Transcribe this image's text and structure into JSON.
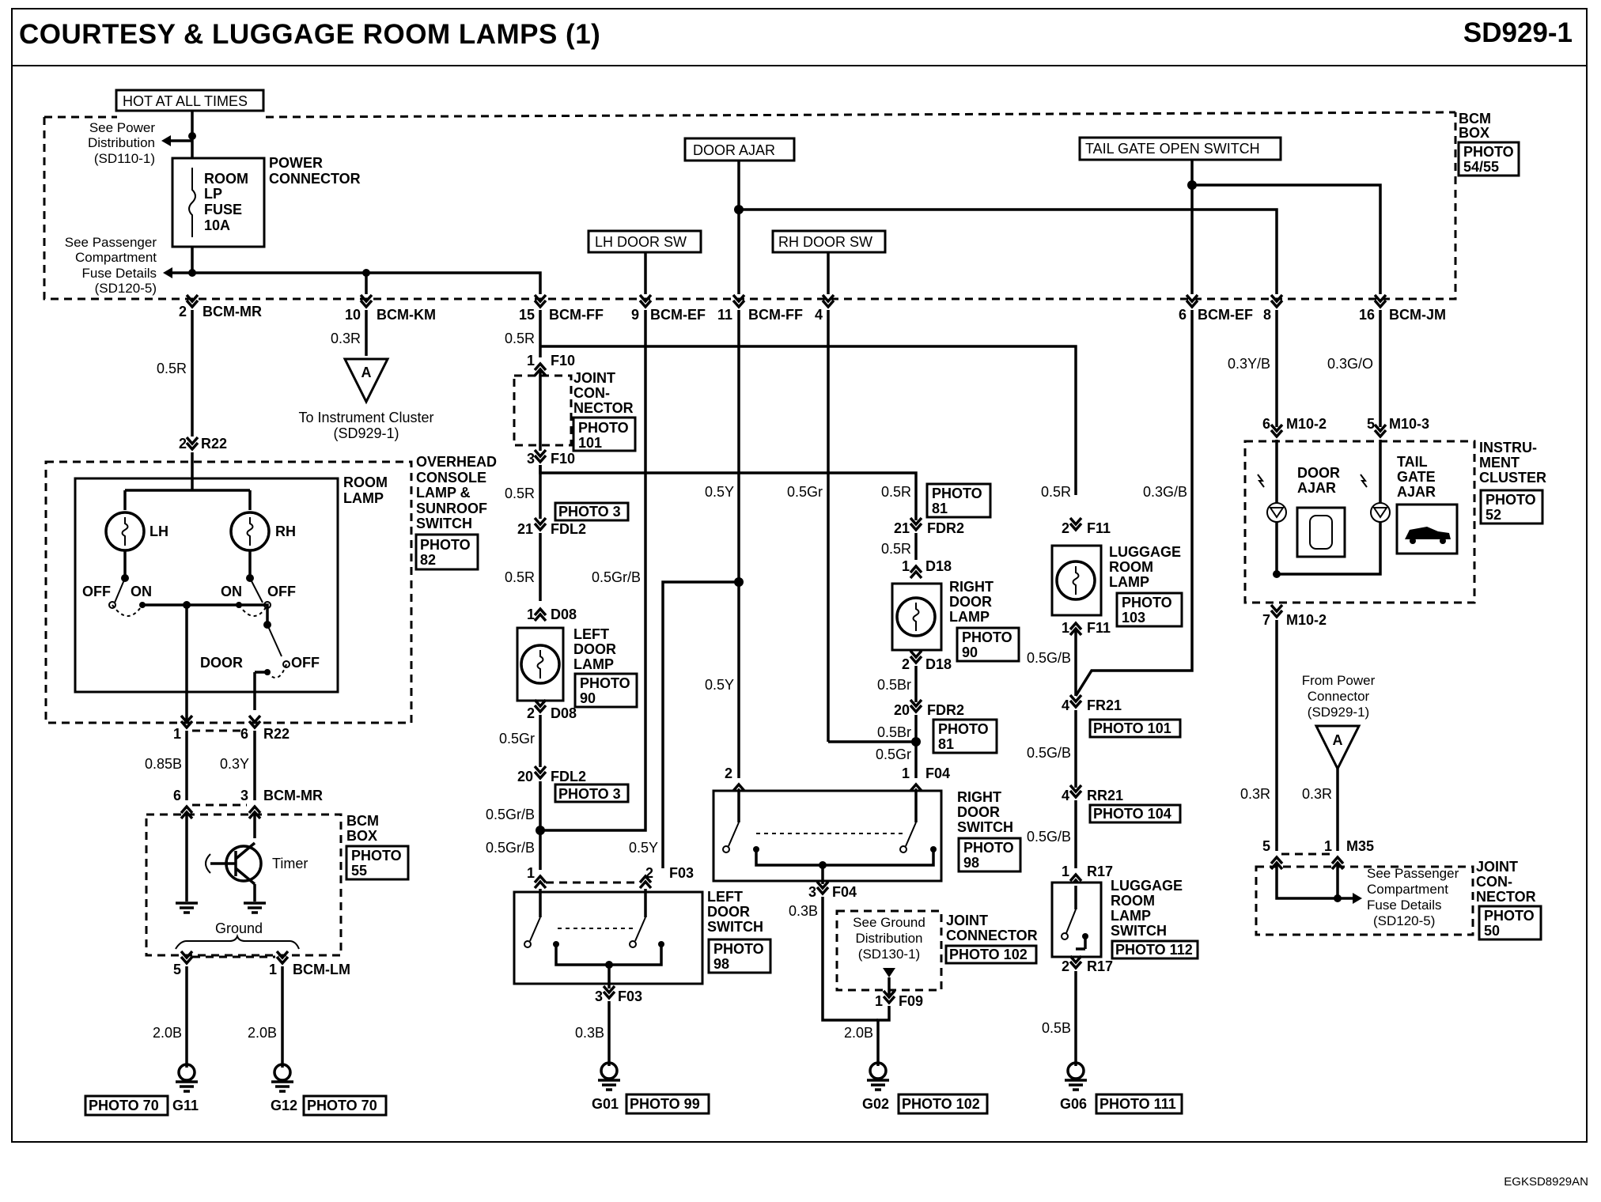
{
  "header": {
    "title": "COURTESY & LUGGAGE ROOM LAMPS (1)",
    "code": "SD929-1"
  },
  "footer": {
    "code": "EGKSD8929AN"
  },
  "sources": {
    "hot_at_all_times": "HOT AT ALL TIMES",
    "door_ajar": "DOOR AJAR",
    "tail_gate_open_switch": "TAIL GATE OPEN SWITCH",
    "lh_door_sw": "LH DOOR SW",
    "rh_door_sw": "RH DOOR SW"
  },
  "bcm_top": {
    "see_power_1": "See Power",
    "see_power_2": "Distribution",
    "see_power_3": "(SD110-1)",
    "see_pass_1": "See Passenger",
    "see_pass_2": "Compartment",
    "see_pass_3": "Fuse Details",
    "see_pass_4": "(SD120-5)",
    "fuse_1": "ROOM",
    "fuse_2": "LP",
    "fuse_3": "FUSE",
    "fuse_4": "10A",
    "power_connector_1": "POWER",
    "power_connector_2": "CONNECTOR",
    "bcm_box_1": "BCM",
    "bcm_box_2": "BOX",
    "bcm_photo_1": "PHOTO",
    "bcm_photo_2": "54/55"
  },
  "pins_top": {
    "p2": "2",
    "bcm_mr": "BCM-MR",
    "p10": "10",
    "bcm_km": "BCM-KM",
    "p15": "15",
    "bcm_ff1": "BCM-FF",
    "p9": "9",
    "bcm_ef1": "BCM-EF",
    "p11": "11",
    "bcm_ff2": "BCM-FF",
    "p4": "4",
    "p6": "6",
    "bcm_ef2": "BCM-EF",
    "p8": "8",
    "p16": "16",
    "bcm_jm": "BCM-JM"
  },
  "wires": {
    "w_05r_a": "0.5R",
    "w_03r_km": "0.3R",
    "w_05r_f10": "0.5R",
    "w_03yb": "0.3Y/B",
    "w_03go": "0.3G/O",
    "w_05r_d1": "0.5R",
    "w_05r_d2": "0.5R",
    "w_05grb_1": "0.5Gr/B",
    "w_05y_1": "0.5Y",
    "w_05gr_1": "0.5Gr",
    "w_05r_r1": "0.5R",
    "w_05r_r2": "0.5R",
    "w_05r_l": "0.5R",
    "w_03gb": "0.3G/B",
    "w_05gr_d08": "0.5Gr",
    "w_05grb_2": "0.5Gr/B",
    "w_05grb_3": "0.5Gr/B",
    "w_05y_2": "0.5Y",
    "w_05y_3": "0.5Y",
    "w_05br_1": "0.5Br",
    "w_05br_2": "0.5Br",
    "w_05gr_2": "0.5Gr",
    "w_05gb_1": "0.5G/B",
    "w_05gb_2": "0.5G/B",
    "w_05gb_3": "0.5G/B",
    "w_085b": "0.85B",
    "w_03y": "0.3Y",
    "w_20b_1": "2.0B",
    "w_20b_2": "2.0B",
    "w_03b_f03": "0.3B",
    "w_03b_f04": "0.3B",
    "w_20b_f09": "2.0B",
    "w_05b_r17": "0.5B",
    "w_03r_1": "0.3R",
    "w_03r_2": "0.3R"
  },
  "connectors": {
    "r22_top_pin": "2",
    "r22_top": "R22",
    "r22_b1": "1",
    "r22_b6": "6",
    "r22_bot": "R22",
    "bcm_mr_6": "6",
    "bcm_mr_3": "3",
    "bcm_mr_bot": "BCM-MR",
    "bcm_lm_5": "5",
    "bcm_lm_1": "1",
    "bcm_lm": "BCM-LM",
    "f10_1": "1",
    "f10_top": "F10",
    "f10_3": "3",
    "f10_bot": "F10",
    "fdl2_21": "21",
    "fdl2_top": "FDL2",
    "d08_1": "1",
    "d08_top": "D08",
    "d08_2": "2",
    "d08_bot": "D08",
    "fdl2_20": "20",
    "fdl2_bot": "FDL2",
    "f03_1": "1",
    "f03_2": "2",
    "f03_top": "F03",
    "f03_3": "3",
    "f03_bot": "F03",
    "fdr2_21": "21",
    "fdr2_top": "FDR2",
    "d18_1": "1",
    "d18_top": "D18",
    "d18_2": "2",
    "d18_bot": "D18",
    "fdr2_20": "20",
    "fdr2_bot": "FDR2",
    "f04_2": "2",
    "f04_1": "1",
    "f04_top": "F04",
    "f04_3": "3",
    "f04_bot": "F04",
    "f09_1": "1",
    "f09": "F09",
    "f11_2": "2",
    "f11_top": "F11",
    "f11_1": "1",
    "f11_bot": "F11",
    "fr21_4": "4",
    "fr21": "FR21",
    "rr21_4": "4",
    "rr21": "RR21",
    "r17_1": "1",
    "r17_top": "R17",
    "r17_2": "2",
    "r17_bot": "R17",
    "m102_6": "6",
    "m102_top": "M10-2",
    "m103_5": "5",
    "m103": "M10-3",
    "m102_7": "7",
    "m102_bot": "M10-2",
    "m35_5": "5",
    "m35_1": "1",
    "m35": "M35"
  },
  "components": {
    "room_lamp_1": "ROOM",
    "room_lamp_2": "LAMP",
    "lh": "LH",
    "rh": "RH",
    "off_l": "OFF",
    "on_l": "ON",
    "on_r": "ON",
    "off_r": "OFF",
    "door": "DOOR",
    "off_door": "OFF",
    "overhead_1": "OVERHEAD",
    "overhead_2": "CONSOLE",
    "overhead_3": "LAMP &",
    "overhead_4": "SUNROOF",
    "overhead_5": "SWITCH",
    "overhead_photo_1": "PHOTO",
    "overhead_photo_2": "82",
    "bcm_box_b1": "BCM",
    "bcm_box_b2": "BOX",
    "bcm_photo_b1": "PHOTO",
    "bcm_photo_b2": "55",
    "timer": "Timer",
    "ground": "Ground",
    "joint_con_1": "JOINT",
    "joint_con_2": "CON-",
    "joint_con_3": "NECTOR",
    "joint_photo_1": "PHOTO",
    "joint_photo_2": "101",
    "left_door_lamp_1": "LEFT",
    "left_door_lamp_2": "DOOR",
    "left_door_lamp_3": "LAMP",
    "left_lamp_photo_1": "PHOTO",
    "left_lamp_photo_2": "90",
    "photo3_a": "PHOTO 3",
    "photo3_b": "PHOTO 3",
    "left_door_switch_1": "LEFT",
    "left_door_switch_2": "DOOR",
    "left_door_switch_3": "SWITCH",
    "left_sw_photo_1": "PHOTO",
    "left_sw_photo_2": "98",
    "photo81_a1": "PHOTO",
    "photo81_a2": "81",
    "right_door_lamp_1": "RIGHT",
    "right_door_lamp_2": "DOOR",
    "right_door_lamp_3": "LAMP",
    "right_lamp_photo_1": "PHOTO",
    "right_lamp_photo_2": "90",
    "photo81_b1": "PHOTO",
    "photo81_b2": "81",
    "right_door_switch_1": "RIGHT",
    "right_door_switch_2": "DOOR",
    "right_door_switch_3": "SWITCH",
    "right_sw_photo_1": "PHOTO",
    "right_sw_photo_2": "98",
    "see_ground_1": "See Ground",
    "see_ground_2": "Distribution",
    "see_ground_3": "(SD130-1)",
    "joint_connector_g": "JOINT",
    "joint_connector_g2": "CONNECTOR",
    "photo102_a": "PHOTO 102",
    "luggage_lamp_1": "LUGGAGE",
    "luggage_lamp_2": "ROOM",
    "luggage_lamp_3": "LAMP",
    "luggage_photo_1": "PHOTO",
    "luggage_photo_2": "103",
    "photo101_b": "PHOTO 101",
    "photo104": "PHOTO 104",
    "luggage_sw_1": "LUGGAGE",
    "luggage_sw_2": "ROOM",
    "luggage_sw_3": "LAMP",
    "luggage_sw_4": "SWITCH",
    "photo112": "PHOTO 112",
    "door_ajar_1": "DOOR",
    "door_ajar_2": "AJAR",
    "tail_ajar_1": "TAIL",
    "tail_ajar_2": "GATE",
    "tail_ajar_3": "AJAR",
    "cluster_1": "INSTRU-",
    "cluster_2": "MENT",
    "cluster_3": "CLUSTER",
    "cluster_photo_1": "PHOTO",
    "cluster_photo_2": "52",
    "from_power_1": "From Power",
    "from_power_2": "Connector",
    "from_power_3": "(SD929-1)",
    "see_pass_b1": "See Passenger",
    "see_pass_b2": "Compartment",
    "see_pass_b3": "Fuse Details",
    "see_pass_b4": "(SD120-5)",
    "joint_con_b1": "JOINT",
    "joint_con_b2": "CON-",
    "joint_con_b3": "NECTOR",
    "joint_photo_b1": "PHOTO",
    "joint_photo_b2": "50",
    "to_cluster_1": "To Instrument Cluster",
    "to_cluster_2": "(SD929-1)",
    "offpage_a1": "A",
    "offpage_a2": "A"
  },
  "grounds": {
    "photo70_a": "PHOTO 70",
    "g11": "G11",
    "g12": "G12",
    "photo70_b": "PHOTO 70",
    "g01": "G01",
    "photo99": "PHOTO 99",
    "g02": "G02",
    "photo102_b": "PHOTO 102",
    "g06": "G06",
    "photo111": "PHOTO 111"
  }
}
